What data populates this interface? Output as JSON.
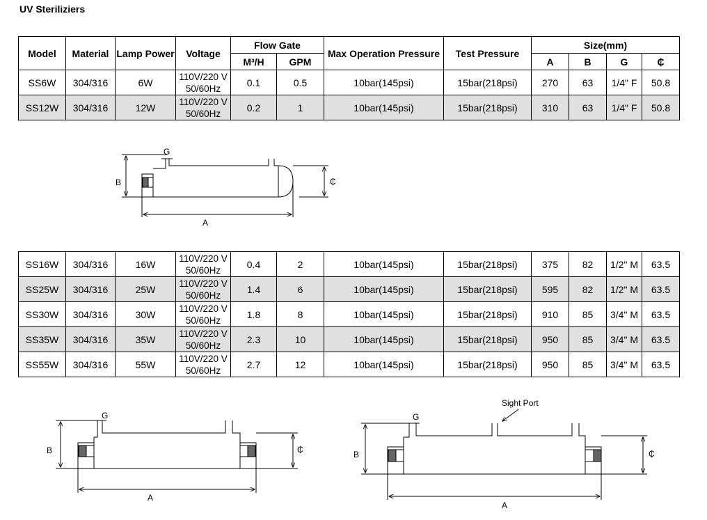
{
  "title": "UV Steriliziers",
  "headers": {
    "model": "Model",
    "material": "Material",
    "lamp_power": "Lamp Power",
    "voltage": "Voltage",
    "flow_gate": "Flow Gate",
    "m3h": "M³/H",
    "gpm": "GPM",
    "max_pressure": "Max Operation Pressure",
    "test_pressure": "Test Pressure",
    "size": "Size(mm)",
    "a": "A",
    "b": "B",
    "g": "G",
    "dia": "₵"
  },
  "table1": [
    {
      "model": "SS6W",
      "material": "304/316",
      "power": "6W",
      "voltage": "110V/220 V 50/60Hz",
      "m3h": "0.1",
      "gpm": "0.5",
      "max": "10bar(145psi)",
      "test": "15bar(218psi)",
      "a": "270",
      "b": "63",
      "g": "1/4\" F",
      "d": "50.8"
    },
    {
      "model": "SS12W",
      "material": "304/316",
      "power": "12W",
      "voltage": "110V/220 V 50/60Hz",
      "m3h": "0.2",
      "gpm": "1",
      "max": "10bar(145psi)",
      "test": "15bar(218psi)",
      "a": "310",
      "b": "63",
      "g": "1/4\" F",
      "d": "50.8"
    }
  ],
  "table2": [
    {
      "model": "SS16W",
      "material": "304/316",
      "power": "16W",
      "voltage": "110V/220 V 50/60Hz",
      "m3h": "0.4",
      "gpm": "2",
      "max": "10bar(145psi)",
      "test": "15bar(218psi)",
      "a": "375",
      "b": "82",
      "g": "1/2\" M",
      "d": "63.5"
    },
    {
      "model": "SS25W",
      "material": "304/316",
      "power": "25W",
      "voltage": "110V/220 V 50/60Hz",
      "m3h": "1.4",
      "gpm": "6",
      "max": "10bar(145psi)",
      "test": "15bar(218psi)",
      "a": "595",
      "b": "82",
      "g": "1/2\" M",
      "d": "63.5"
    },
    {
      "model": "SS30W",
      "material": "304/316",
      "power": "30W",
      "voltage": "110V/220 V 50/60Hz",
      "m3h": "1.8",
      "gpm": "8",
      "max": "10bar(145psi)",
      "test": "15bar(218psi)",
      "a": "910",
      "b": "85",
      "g": "3/4\" M",
      "d": "63.5"
    },
    {
      "model": "SS35W",
      "material": "304/316",
      "power": "35W",
      "voltage": "110V/220 V 50/60Hz",
      "m3h": "2.3",
      "gpm": "10",
      "max": "10bar(145psi)",
      "test": "15bar(218psi)",
      "a": "950",
      "b": "85",
      "g": "3/4\" M",
      "d": "63.5"
    },
    {
      "model": "SS55W",
      "material": "304/316",
      "power": "55W",
      "voltage": "110V/220 V 50/60Hz",
      "m3h": "2.7",
      "gpm": "12",
      "max": "10bar(145psi)",
      "test": "15bar(218psi)",
      "a": "950",
      "b": "85",
      "g": "3/4\" M",
      "d": "63.5"
    }
  ],
  "diagram_labels": {
    "a": "A",
    "b": "B",
    "g": "G",
    "dia": "₵",
    "sight_port": "Sight Port"
  }
}
